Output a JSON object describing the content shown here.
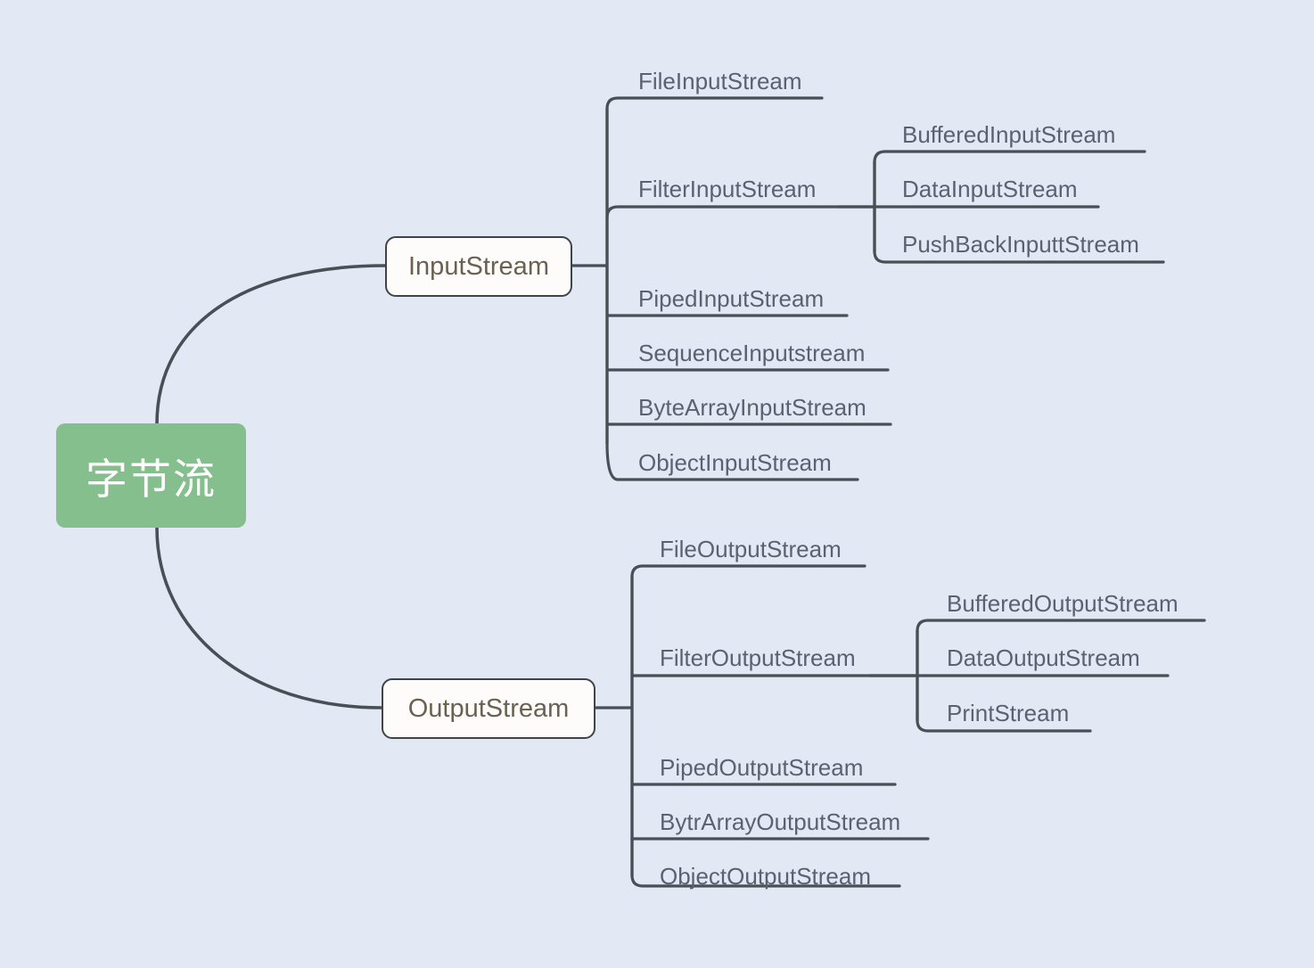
{
  "diagram": {
    "type": "mindmap",
    "title": "字节流",
    "background_color": "#e2e8f4",
    "root": {
      "label": "字节流",
      "fill_color": "#84bf8d",
      "text_color": "#ffffff"
    },
    "branches": [
      {
        "label": "InputStream",
        "fill_color": "#fdfcfa",
        "border_color": "#3f4449",
        "text_color": "#6b6152",
        "children": [
          {
            "label": "FileInputStream",
            "children": []
          },
          {
            "label": "FilterInputStream",
            "children": [
              {
                "label": "BufferedInputStream"
              },
              {
                "label": "DataInputStream"
              },
              {
                "label": "PushBackInputtStream"
              }
            ]
          },
          {
            "label": "PipedInputStream",
            "children": []
          },
          {
            "label": "SequenceInputstream",
            "children": []
          },
          {
            "label": "ByteArrayInputStream",
            "children": []
          },
          {
            "label": "ObjectInputStream",
            "children": []
          }
        ]
      },
      {
        "label": "OutputStream",
        "fill_color": "#fdfcfa",
        "border_color": "#3f4449",
        "text_color": "#6b6152",
        "children": [
          {
            "label": "FileOutputStream",
            "children": []
          },
          {
            "label": "FilterOutputStream",
            "children": [
              {
                "label": "BufferedOutputStream"
              },
              {
                "label": "DataOutputStream"
              },
              {
                "label": "PrintStream"
              }
            ]
          },
          {
            "label": "PipedOutputStream",
            "children": []
          },
          {
            "label": "BytrArrayOutputStream",
            "children": []
          },
          {
            "label": "ObjectOutputStream",
            "children": []
          }
        ]
      }
    ]
  }
}
